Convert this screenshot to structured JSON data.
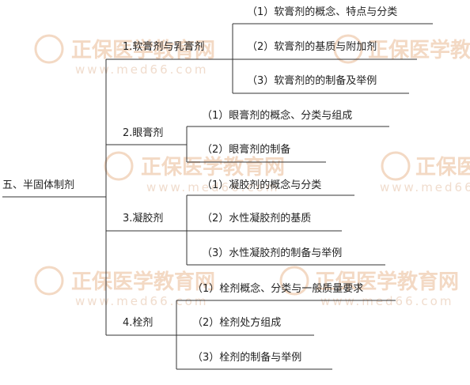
{
  "root": "五、半固体制剂",
  "branches": [
    {
      "label": "1.软膏剂与乳膏剂",
      "items": [
        "（1）软膏剂的概念、特点与分类",
        "（2）软膏剂的基质与附加剂",
        "（3）软膏剂的的制备及举例"
      ]
    },
    {
      "label": "2.眼膏剂",
      "items": [
        "（1）眼膏剂的概念、分类与组成",
        "（2）眼膏剂的制备"
      ]
    },
    {
      "label": "3.凝胶剂",
      "items": [
        "（1）凝胶剂的概念与分类",
        "（2）水性凝胶剂的基质",
        "（3）水性凝胶剂的制备与举例"
      ]
    },
    {
      "label": "4.栓剂",
      "items": [
        "（1）栓剂概念、分类与一般质量要求",
        "（2）栓剂处方组成",
        "（3）栓剂的制备与举例"
      ]
    }
  ],
  "watermark": {
    "brand": "正保医学教育网",
    "url": "www.med66.com"
  }
}
